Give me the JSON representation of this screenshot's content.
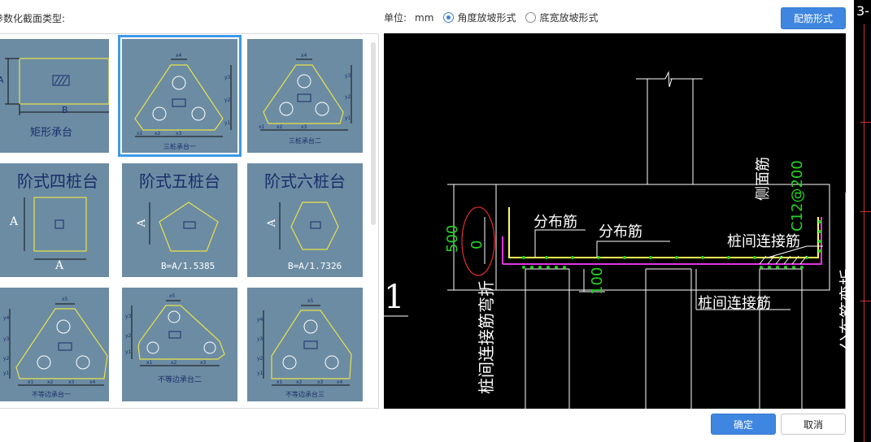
{
  "header": {
    "section_type_label": "参数化截面类型:",
    "unit_label": "单位:",
    "unit_value": "mm",
    "radio_angle": "角度放坡形式",
    "radio_width": "底宽放坡形式",
    "rebar_button": "配筋形式"
  },
  "gallery": {
    "cards": [
      {
        "caption": "矩形承台",
        "dims": [
          "A",
          "B"
        ]
      },
      {
        "caption": "三桩承台一",
        "dims": [
          "x4",
          "y3",
          "y2",
          "y1",
          "x1",
          "x2",
          "x3"
        ]
      },
      {
        "caption": "三桩承台二",
        "dims": [
          "x4",
          "y3",
          "y2",
          "y1",
          "x1",
          "x2",
          "x3"
        ]
      },
      {
        "title": "阶式四桩台",
        "dims": [
          "A",
          "A"
        ]
      },
      {
        "title": "阶式五桩台",
        "dims": [
          "A"
        ],
        "formula": "B=A/1.5385"
      },
      {
        "title": "阶式六桩台",
        "dims": [
          "A"
        ],
        "formula": "B=A/1.7326"
      },
      {
        "caption": "不等边承台一",
        "dims": [
          "x5",
          "y4",
          "y3",
          "y2",
          "y1",
          "x1",
          "x2",
          "x3",
          "x4"
        ]
      },
      {
        "caption": "不等边承台二",
        "dims": [
          "x5",
          "y3",
          "y2",
          "y1",
          "x1",
          "x2",
          "x3"
        ]
      },
      {
        "caption": "不等边承台三",
        "dims": [
          "x5",
          "y4",
          "y3",
          "y2",
          "y1",
          "x1",
          "x2",
          "x3",
          "x4"
        ]
      }
    ]
  },
  "cad": {
    "label_dist1": "分布筋",
    "label_dist2": "分布筋",
    "label_pile_conn": "桩间连接筋",
    "label_pile_conn_bottom": "桩间连接筋",
    "label_side": "侧面筋",
    "label_side_value": "C12@200",
    "dim_500": "500",
    "dim_0": "0",
    "dim_100": "100",
    "vertical_left": "桩间连接筋弯折",
    "vertical_right": "分布筋弯折",
    "left_marker": "1",
    "corner_marker": "3-"
  },
  "footer": {
    "ok": "确定",
    "cancel": "取消"
  },
  "colors": {
    "accent": "#3f86e0",
    "card_bg": "#6c8ca3",
    "shape_yellow": "#e8e24a",
    "rebar_magenta": "#e234e2",
    "rebar_yellow": "#ffff55",
    "cad_green": "#22d322"
  }
}
